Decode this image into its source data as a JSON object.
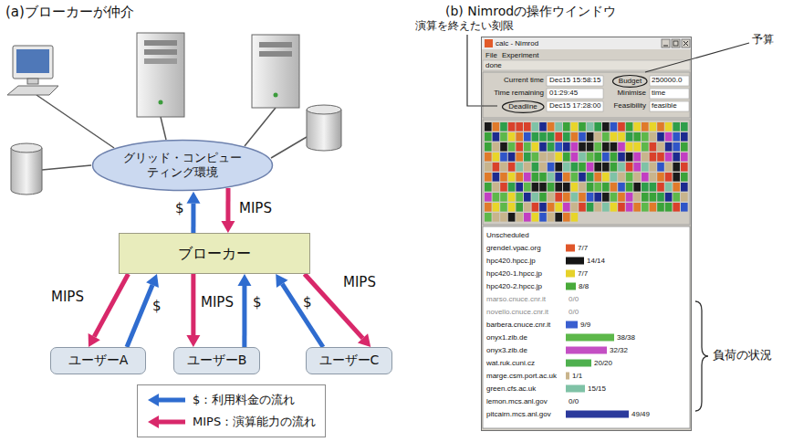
{
  "diagram": {
    "nodes": [
      {
        "text": [
          "グリッド・コンピューティング環境"
        ]
      },
      {
        "text": [
          "ブローカー"
        ]
      },
      {
        "text": [
          "ユーザーA"
        ]
      },
      {
        "text": [
          "ユーザーB"
        ]
      },
      {
        "text": [
          "ユーザーC"
        ]
      },
      {
        "text": [
          "calc - Nimrod"
        ]
      },
      {
        "text": [
          "Budget"
        ],
        "in": 5
      },
      {
        "text": [
          "Deadline"
        ],
        "in": 5
      }
    ],
    "edges": [
      {
        "from": 1,
        "to": 0,
        "arrow": "to",
        "label": "$"
      },
      {
        "from": 0,
        "to": 1,
        "arrow": "to",
        "label": "MIPS"
      },
      {
        "from": 1,
        "to": 2,
        "arrow": "to",
        "label": "MIPS"
      },
      {
        "from": 2,
        "to": 1,
        "arrow": "to",
        "label": "$"
      },
      {
        "from": 1,
        "to": 3,
        "arrow": "to",
        "label": "MIPS"
      },
      {
        "from": 3,
        "to": 1,
        "arrow": "to",
        "label": "$"
      },
      {
        "from": 4,
        "to": 1,
        "arrow": "to",
        "label": "$"
      },
      {
        "from": 1,
        "to": 4,
        "arrow": "to",
        "label": "MIPS"
      }
    ],
    "labels": [
      "(a)ブローカーが仲介",
      "(b) Nimrodの操作ウインドウ",
      "演算を終えたい刻限",
      "予算",
      "File",
      "Experiment",
      "done",
      "Current time",
      "Dec15 15:58:15",
      "250000.0",
      "Time remaining",
      "01:29:45",
      "Minimise",
      "time",
      "Dec15 17:28:00",
      "Feasibility",
      "feasible",
      "Unscheduled",
      "grendel.vpac.org",
      "7/7",
      "hpc420.hpcc.jp",
      "14/14",
      "hpc420-1.hpcc.jp",
      "7/7",
      "hpc420-2.hpcc.jp",
      "8/8",
      "marso.cnuce.cnr.it",
      "0/0",
      "novello.cnuce.cnr.it",
      "0/0",
      "barbera.cnuce.cnr.it",
      "9/9",
      "onyx1.zib.de",
      "38/38",
      "onyx3.zib.de",
      "32/32",
      "wat.ruk.cuni.cz",
      "20/20",
      "marge.csm.port.ac.uk",
      "1/1",
      "green.cfs.ac.uk",
      "15/15",
      "lemon.mcs.anl.gov",
      "0/0",
      "pitcairn.mcs.anl.gov",
      "49/49",
      "負荷の状況"
    ],
    "legend": [
      {
        "text": "$：利用料金の流れ"
      },
      {
        "text": "MIPS：演算能力の流れ"
      }
    ]
  }
}
